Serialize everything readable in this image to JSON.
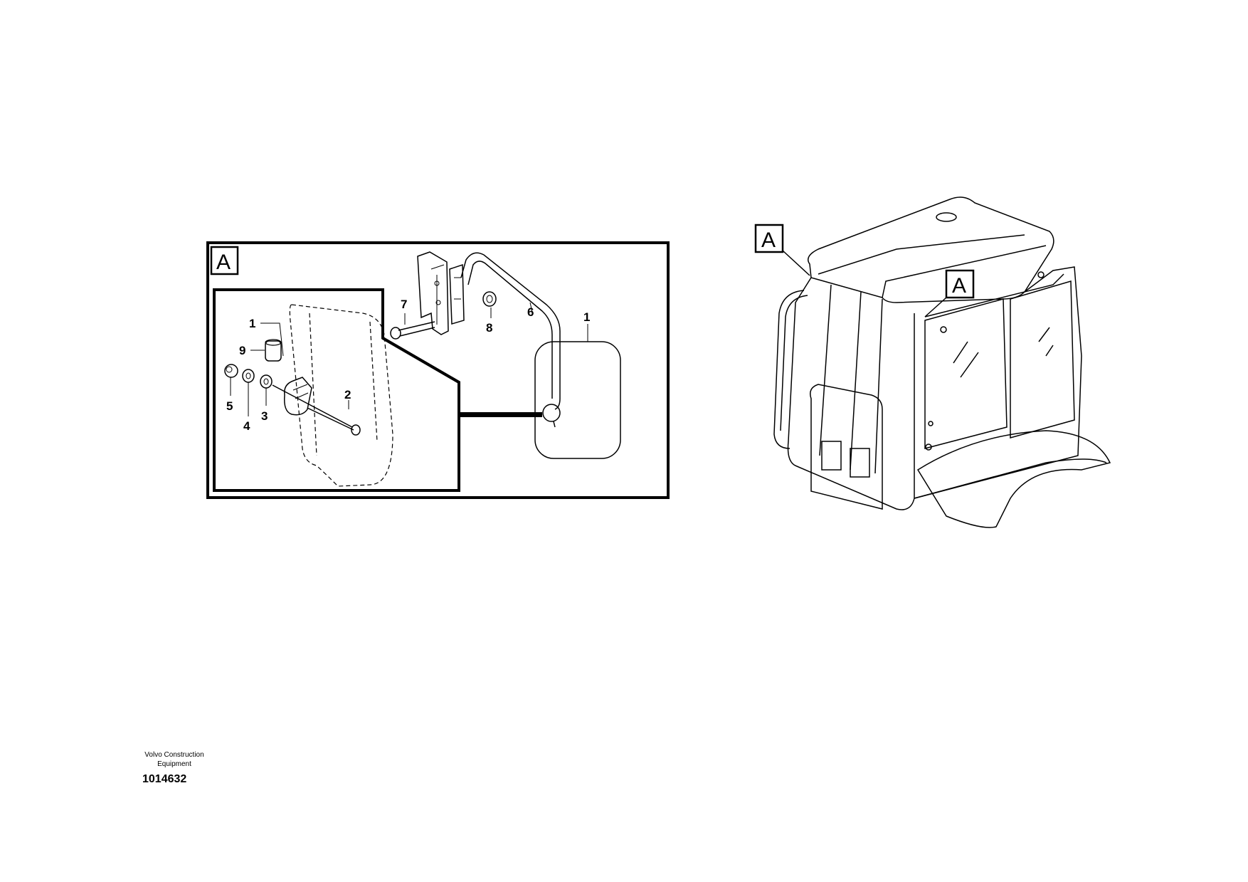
{
  "detail_view": {
    "marker": "A",
    "callouts": {
      "c1a": "1",
      "c9": "9",
      "c5": "5",
      "c4": "4",
      "c3": "3",
      "c2": "2",
      "c7": "7",
      "c8": "8",
      "c6": "6",
      "c1b": "1"
    }
  },
  "overview": {
    "marker_left": "A",
    "marker_right": "A"
  },
  "footer": {
    "company": "Volvo Construction Equipment",
    "document_number": "1014632"
  }
}
